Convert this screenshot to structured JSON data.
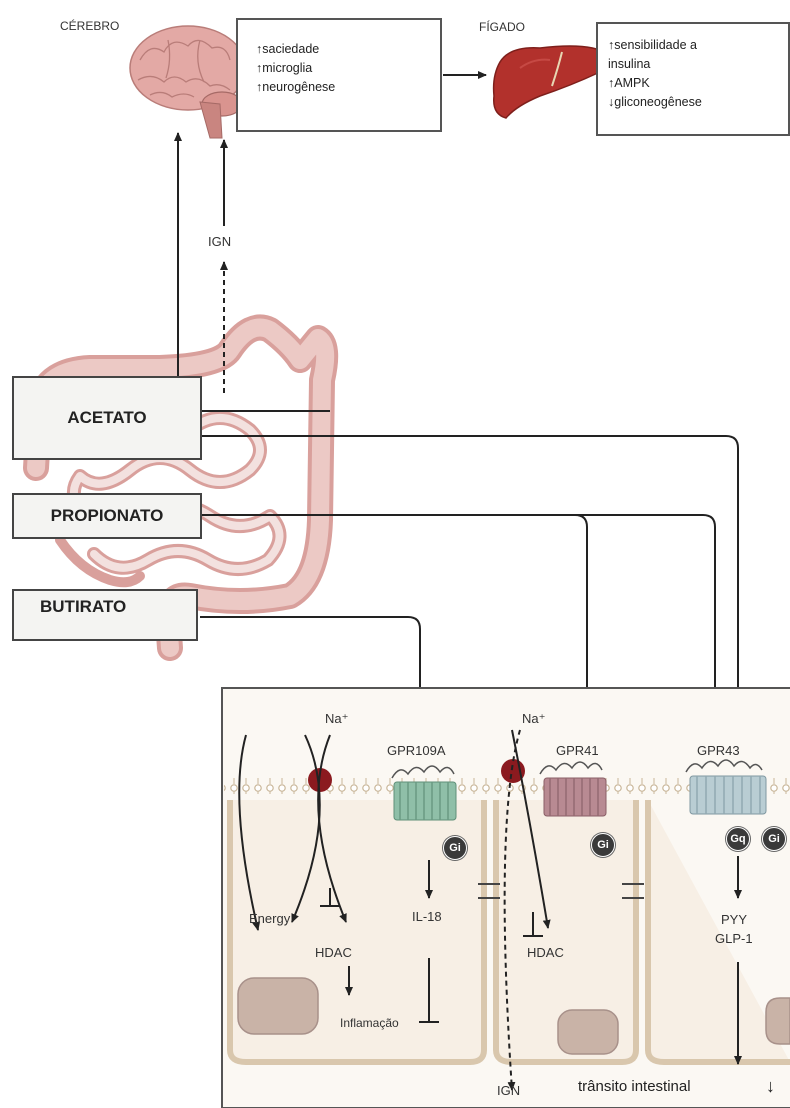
{
  "organs": {
    "brain_label": "CÉREBRO",
    "liver_label": "FÍGADO"
  },
  "brain_effects": [
    "↑saciedade",
    "↑microglia",
    "↑neurogênese"
  ],
  "liver_effects": [
    "↑sensibilidade a",
    "insulina",
    "↑AMPK",
    "↓gliconeogênese"
  ],
  "ign_top": "IGN",
  "scfa": {
    "acetato": "ACETATO",
    "propionato": "PROPIONATO",
    "butirato": "BUTIRATO"
  },
  "cell": {
    "na_left": "Na⁺",
    "na_right": "Na⁺",
    "gpr109a": "GPR109A",
    "gpr41": "GPR41",
    "gpr43": "GPR43",
    "gi_1": "Gi",
    "gi_2": "Gi",
    "gq": "Gq",
    "gi_3": "Gi",
    "energy": "Energy",
    "hdac_left": "HDAC",
    "il18": "IL-18",
    "inflamacao": "Inflamação",
    "hdac_right": "HDAC",
    "pyy": "PYY",
    "glp1": "GLP-1",
    "ign_bottom": "IGN",
    "transito": "trânsito intestinal",
    "transito_arrow": "↓"
  },
  "colors": {
    "organ_pink": "#e8b9b5",
    "brain_pink": "#e3a9a5",
    "liver_red": "#b2312c",
    "cell_fill": "#f7efe5",
    "membrane": "#d9c7ad",
    "sodium_channel": "#8b1a1f",
    "gpr109a": "#8fbfa8",
    "gpr41": "#b88a92",
    "gpr43": "#b9cdd3",
    "line": "#222222"
  }
}
